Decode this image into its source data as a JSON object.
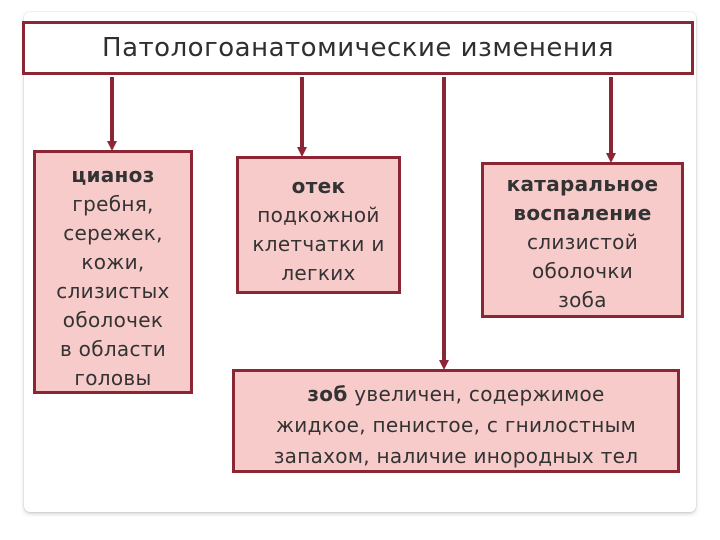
{
  "diagram": {
    "title": "Патологоанатомические изменения",
    "cards": {
      "cyanosis": {
        "head": "цианоз",
        "lines": [
          "гребня,",
          "сережек,",
          "кожи,",
          "слизистых",
          "оболочек",
          "в области",
          "головы"
        ]
      },
      "edema": {
        "head": "отек",
        "lines": [
          "подкожной",
          "клетчатки и",
          "легких"
        ]
      },
      "catarrhal": {
        "head_lines": [
          "катаральное",
          "воспаление"
        ],
        "lines": [
          "слизистой",
          "оболочки",
          "зоба"
        ]
      },
      "crop": {
        "head": "зоб",
        "first_line_rest": " увеличен, содержимое",
        "lines": [
          "жидкое, пенистое, с гнилостным",
          "запахом, наличие инородных тел"
        ]
      }
    },
    "colors": {
      "accent": "#8b2635",
      "card_fill": "#f8cbcb",
      "text": "#333333"
    }
  }
}
